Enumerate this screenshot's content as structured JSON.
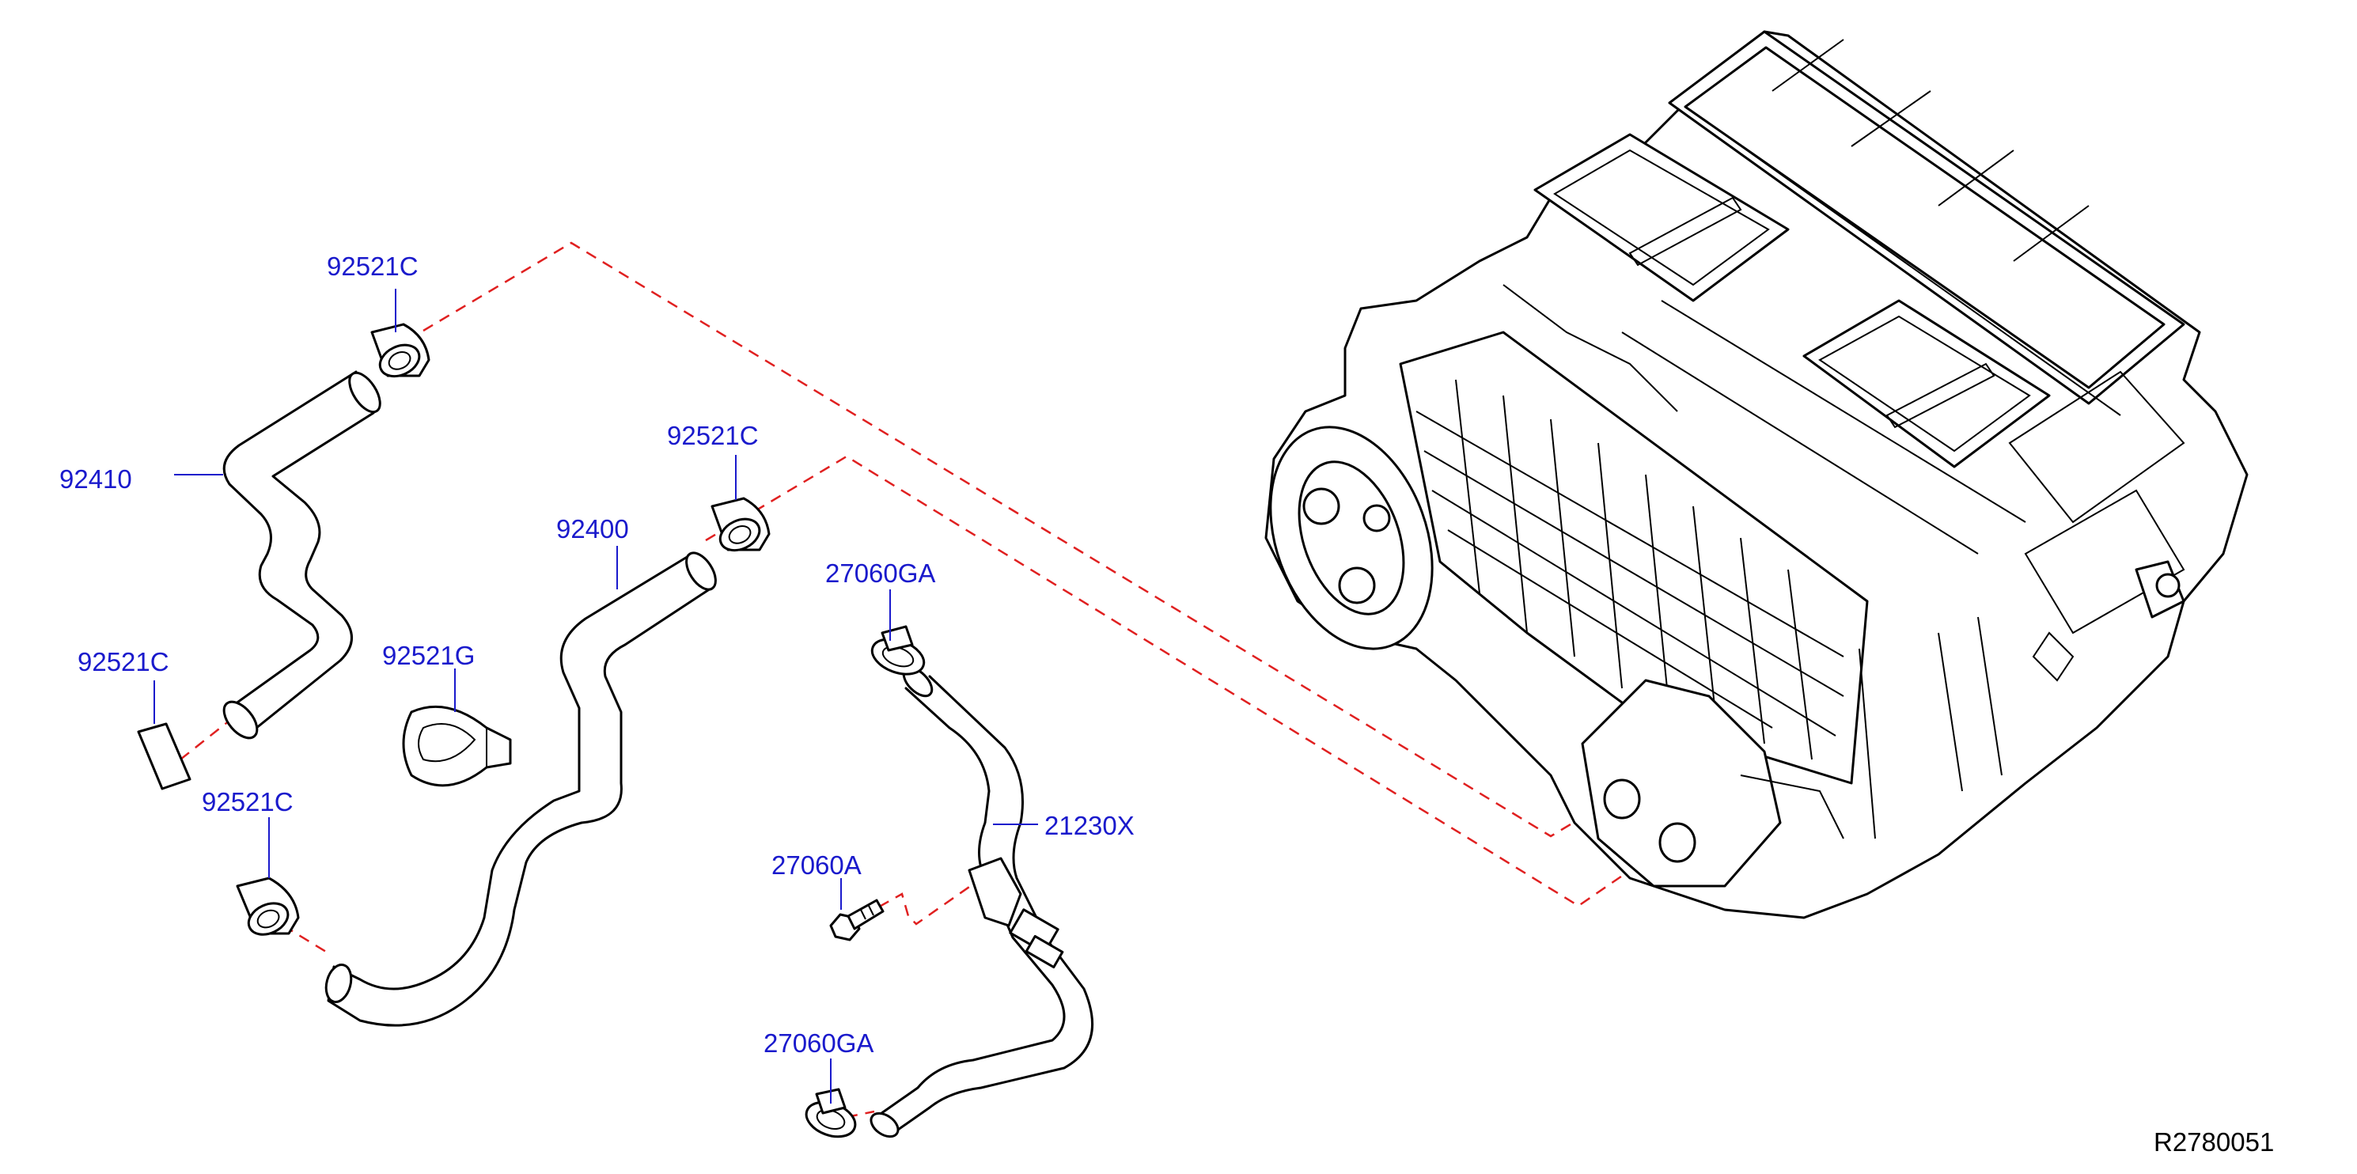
{
  "colors": {
    "label": "#1a1acc",
    "dash": "#e02020",
    "line": "#000000",
    "reference": "#000000"
  },
  "labels": {
    "clamp_top": "92521C",
    "hose_92410": "92410",
    "clamp_mid": "92521C",
    "hose_92400": "92400",
    "clamp_left": "92521C",
    "clip_92521g": "92521G",
    "clamp_bottom": "92521C",
    "clip_top": "27060GA",
    "hose_21230x": "21230X",
    "bolt": "27060A",
    "clip_bottom": "27060GA"
  },
  "reference_code": "R2780051"
}
